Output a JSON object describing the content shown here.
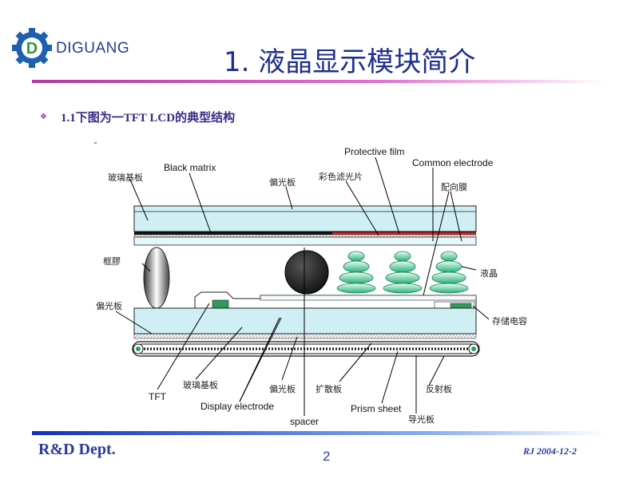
{
  "header": {
    "brand": "DIGUANG",
    "logo_letter": "D",
    "title": "1. 液晶显示模块简介",
    "accent_blue": "#1f3f8f",
    "accent_magenta": "#e040c0"
  },
  "bullet": {
    "icon": "diamond-bullet-icon",
    "text": "1.1下图为一TFT LCD的典型结构"
  },
  "diagram": {
    "labels": {
      "protective_film": "Protective film",
      "common_electrode": "Common electrode",
      "black_matrix": "Black matrix",
      "glass_top": "玻璃基板",
      "polarizer_top": "偏光板",
      "color_filter": "彩色滤光片",
      "alignment_film": "配向膜",
      "frame_glue": "框膠",
      "liquid_crystal": "液晶",
      "polarizer_left": "偏光板",
      "storage_capacitor": "存储电容",
      "tft": "TFT",
      "glass_bottom": "玻璃基板",
      "display_electrode": "Display electrode",
      "polarizer_bottom": "偏光板",
      "spacer": "spacer",
      "diffuser": "扩散板",
      "prism_sheet": "Prism sheet",
      "light_guide": "导光板",
      "reflector": "反射板"
    }
  },
  "footer": {
    "dept": "R&D Dept.",
    "page": "2",
    "date": "RJ 2004-12-2"
  }
}
